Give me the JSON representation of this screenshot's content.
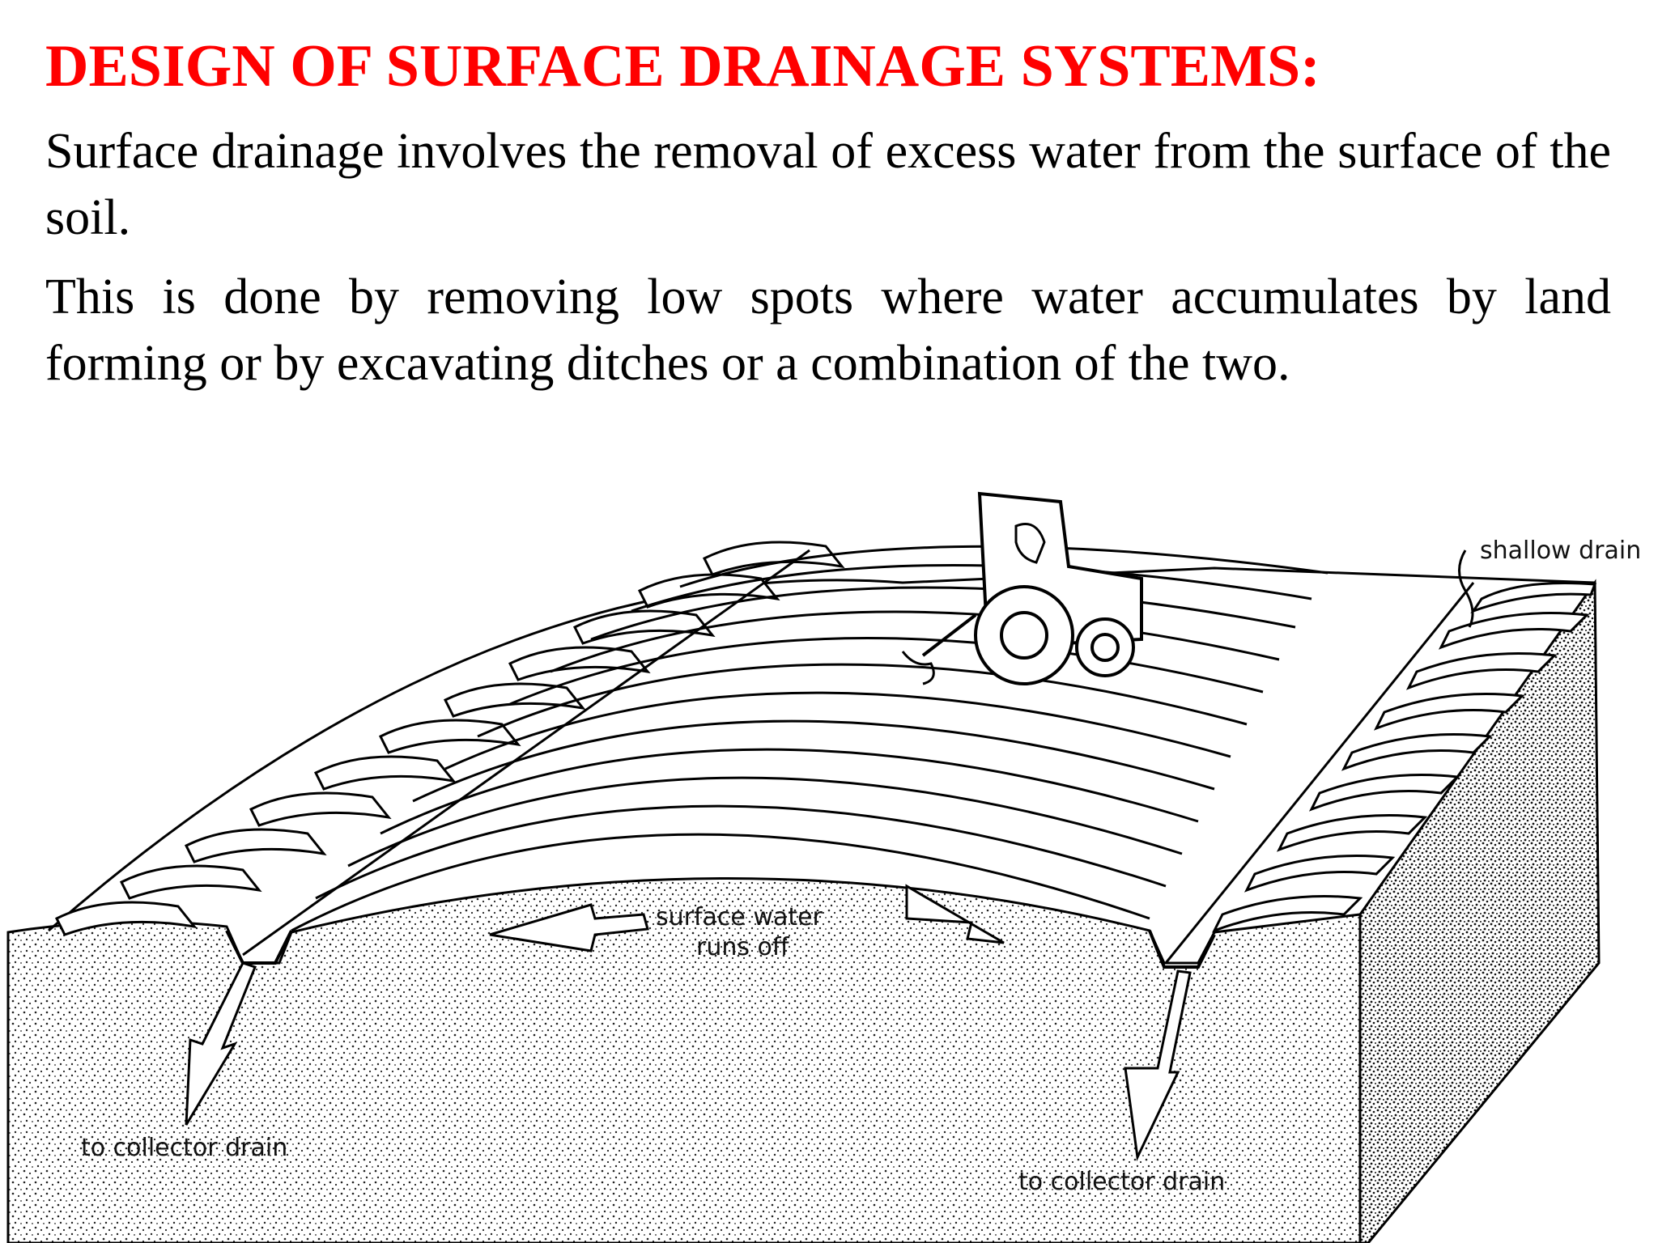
{
  "slide": {
    "title": "DESIGN OF SURFACE DRAINAGE SYSTEMS:",
    "title_color": "#ff0000",
    "paragraphs": [
      "Surface drainage involves the removal of excess water from the surface of the soil.",
      "This is done by removing low spots where water accumulates by land forming or by excavating ditches or a combination of the two."
    ]
  },
  "figure": {
    "labels": {
      "shallow_drain": "shallow drain",
      "surface_water_line1": "surface water",
      "surface_water_line2": "runs off",
      "collector_left": "to collector drain",
      "collector_right": "to collector drain"
    }
  }
}
